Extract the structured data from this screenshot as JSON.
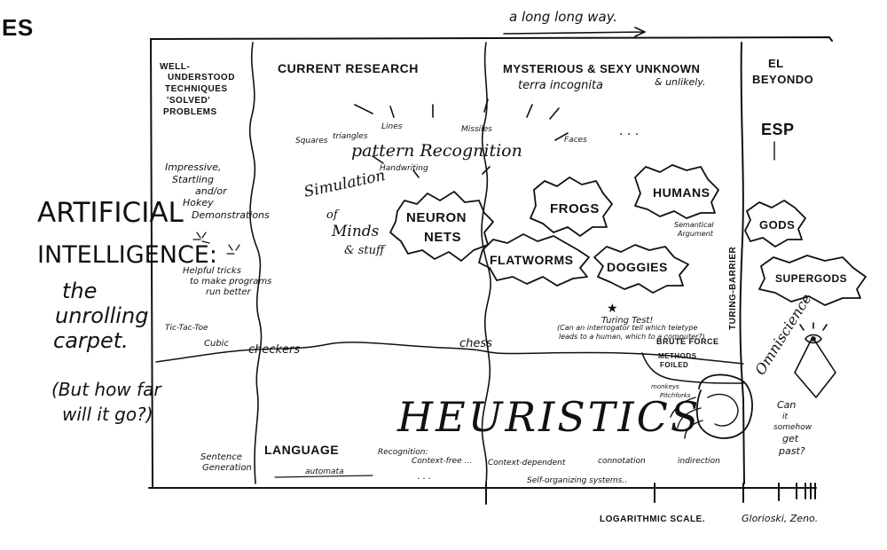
{
  "corner_label": "ES",
  "top_note": "a long long way.",
  "regions": {
    "well_understood": [
      "WELL-",
      "UNDERSTOOD",
      "TECHNIQUES",
      "'SOLVED'",
      "PROBLEMS"
    ],
    "current_research": "CURRENT RESEARCH",
    "mysterious": "MYSTERIOUS & SEXY UNKNOWN",
    "terra": "terra incognita",
    "unlikely": "& unlikely.",
    "el_beyondo": [
      "EL",
      "BEYONDO"
    ],
    "esp": "ESP"
  },
  "left_side": {
    "ai": [
      "ARTIFICIAL",
      "INTELLIGENCE:"
    ],
    "carpet": [
      "the",
      "unrolling",
      "carpet."
    ],
    "question": [
      "(But how far",
      "will it go?)"
    ]
  },
  "notes": {
    "impressive": [
      "Impressive,",
      "Startling",
      "and/or",
      "Hokey",
      "Demonstrations"
    ],
    "helpful": [
      "Helpful tricks",
      "to make programs",
      "run better"
    ],
    "simulation": [
      "Simulation",
      "of",
      "Minds",
      "& stuff"
    ],
    "lines": "Lines",
    "missiles": "Missiles",
    "squares": "Squares",
    "triangles": "triangles",
    "faces": "Faces",
    "dots": ". . .",
    "pattern": "pattern Recognition",
    "handwriting": "Handwriting",
    "semantical": [
      "Semantical",
      "Argument"
    ],
    "turing_test": "Turing Test!",
    "turing_question": [
      "(Can an interrogator tell which teletype",
      "leads to a human, which to a computer?)"
    ],
    "brute_force": "BRUTE FORCE",
    "methods_foiled": [
      "METHODS",
      "FOILED"
    ],
    "monkeys": [
      "monkeys",
      "Pitchforks"
    ],
    "turing_barrier": "TURING-BARRIER",
    "omniscience": "Omniscience",
    "can_somehow": [
      "Can",
      "it",
      "somehow",
      "get",
      "past?"
    ]
  },
  "clouds": {
    "neuron_nets": [
      "NEURON",
      "NETS"
    ],
    "frogs": "FROGS",
    "humans": "HUMANS",
    "flatworms": "FLATWORMS",
    "doggies": "DOGGIES",
    "gods": "GODS",
    "supergods": "SUPERGODS"
  },
  "games": {
    "tic_tac_toe": "Tic-Tac-Toe",
    "cubic": "Cubic",
    "checkers": "checkers",
    "chess": "chess"
  },
  "heuristics": "HEURISTICS",
  "language": {
    "sentence": [
      "Sentence",
      "Generation"
    ],
    "title": "LANGUAGE",
    "recognition": "Recognition:",
    "context_free": "Context-free ...",
    "context_dependent": "Context-dependent",
    "connotation": "connotation",
    "indirection": "indirection",
    "automata": "automata",
    "self_organizing": "Self-organizing systems..",
    "ellipsis": ". . ."
  },
  "scale_label": "LOGARITHMIC SCALE.",
  "credit": "Glorioski, Zeno."
}
